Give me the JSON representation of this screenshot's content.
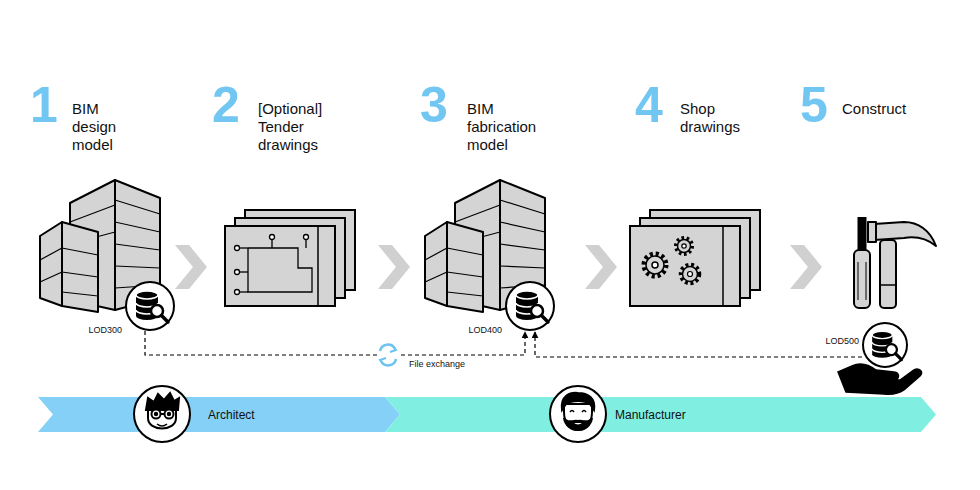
{
  "diagram": {
    "nodes": [
      {
        "text": [
          "LOD300"
        ]
      },
      {
        "text": [
          "LOD400"
        ]
      },
      {
        "text": [
          "LOD500"
        ]
      },
      {
        "text": [
          "Architect"
        ]
      },
      {
        "text": [
          "Manufacturer"
        ]
      }
    ],
    "edges": [
      {
        "from": 0,
        "to": 1,
        "arrow": "to",
        "label": "File exchange"
      },
      {
        "from": 2,
        "to": 1,
        "arrow": "to"
      }
    ],
    "labels": [
      "1",
      "BIM design model",
      "2",
      "[Optional] Tender drawings",
      "3",
      "BIM fabrication model",
      "4",
      "Shop drawings",
      "5",
      "Construct"
    ]
  }
}
